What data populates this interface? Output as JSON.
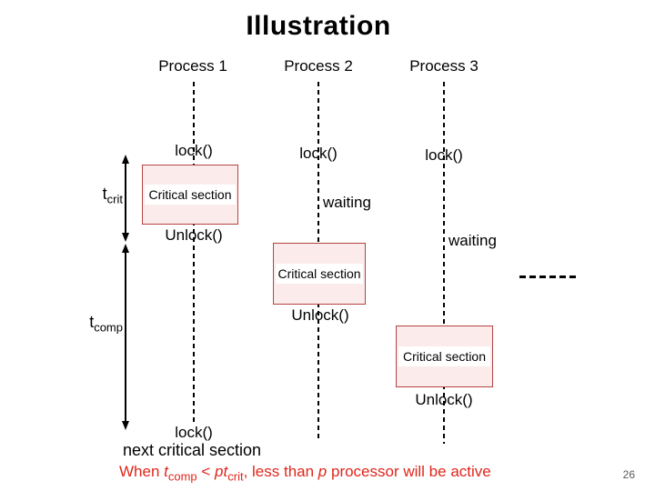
{
  "slide": {
    "title": "Illustration",
    "page_number": "26"
  },
  "processes": [
    {
      "label": "Process 1",
      "lock_label": "lock()",
      "critical_label": "Critical section",
      "unlock_label": "Unlock()"
    },
    {
      "label": "Process 2",
      "lock_label": "lock()",
      "waiting_label": "waiting",
      "critical_label": "Critical section",
      "unlock_label": "Unlock()"
    },
    {
      "label": "Process 3",
      "lock_label": "lock()",
      "waiting_label": "waiting",
      "critical_label": "Critical section",
      "unlock_label": "Unlock()"
    }
  ],
  "timing": {
    "t_crit": {
      "base": "t",
      "sub": "crit"
    },
    "t_comp": {
      "base": "t",
      "sub": "comp"
    }
  },
  "bottom": {
    "lock_label": "lock()",
    "next_label": "next critical section"
  },
  "footnote": {
    "color": "#e0261c",
    "parts": [
      {
        "text": "When ",
        "style": "normal"
      },
      {
        "text": "t",
        "style": "italic"
      },
      {
        "text": "comp",
        "style": "sub"
      },
      {
        "text": " < ",
        "style": "normal"
      },
      {
        "text": "pt",
        "style": "italic"
      },
      {
        "text": "crit",
        "style": "sub"
      },
      {
        "text": ", less than ",
        "style": "normal"
      },
      {
        "text": "p",
        "style": "italic"
      },
      {
        "text": " processor will be active",
        "style": "normal"
      }
    ]
  },
  "colors": {
    "critical_box_fill": "#fcebeb",
    "critical_box_border": "#b34444",
    "footnote_red": "#e0261c",
    "page_number_gray": "#595959"
  }
}
